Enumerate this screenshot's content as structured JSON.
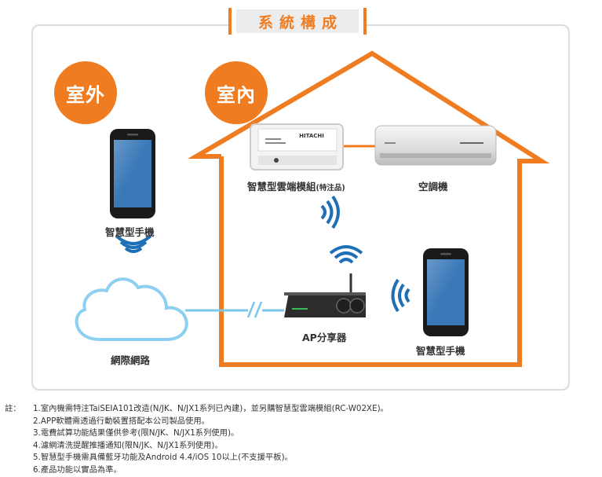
{
  "header": {
    "title": "系統構成"
  },
  "zones": {
    "outdoor": "室外",
    "indoor": "室內"
  },
  "devices": {
    "outdoor_phone": "智慧型手機",
    "cloud": "網際網路",
    "cloud_module": "智慧型雲端模組",
    "cloud_module_note": "(特注品)",
    "air_conditioner": "空調機",
    "router": "AP分享器",
    "indoor_phone": "智慧型手機"
  },
  "module_brand": "HITACHI",
  "colors": {
    "accent": "#f07c21",
    "cloud_line": "#7cc6ea",
    "phone_screen": "#3a78b8"
  },
  "icons": [
    "wifi-icon",
    "cloud-icon",
    "phone-icon",
    "router-icon",
    "house-outline"
  ],
  "notes": {
    "prefix": "註：",
    "items": [
      "1.室內機需特注TaiSEIA101改造(N/JK、N/JX1系列已內建)，並另購智慧型雲端模組(RC-W02XE)。",
      "2.APP軟體需透過行動裝置搭配本公司製品使用。",
      "3.電費試算功能結果僅供參考(限N/JK、N/JX1系列使用)。",
      "4.濾網清洗提醒推播通知(限N/JK、N/JX1系列使用)。",
      "5.智慧型手機需具備藍牙功能及Android 4.4/iOS 10以上(不支援平板)。",
      "6.產品功能以實品為準。"
    ]
  }
}
